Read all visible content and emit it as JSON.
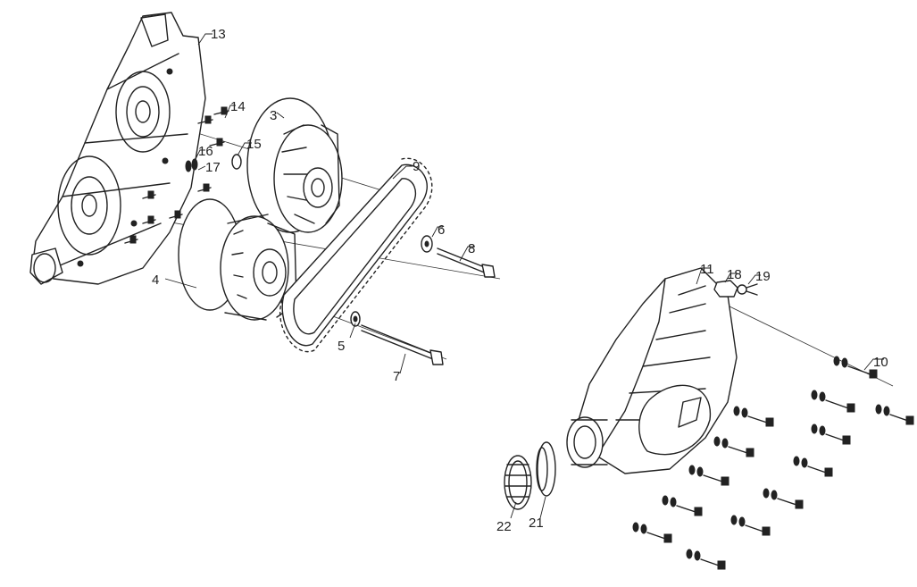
{
  "callouts": {
    "c3": "3",
    "c4": "4",
    "c5": "5",
    "c6": "6",
    "c7": "7",
    "c8": "8",
    "c9": "9",
    "c10": "10",
    "c11": "11",
    "c13": "13",
    "c14": "14",
    "c15": "15",
    "c16": "16",
    "c17": "17",
    "c18": "18",
    "c19": "19",
    "c21": "21",
    "c22": "22"
  }
}
